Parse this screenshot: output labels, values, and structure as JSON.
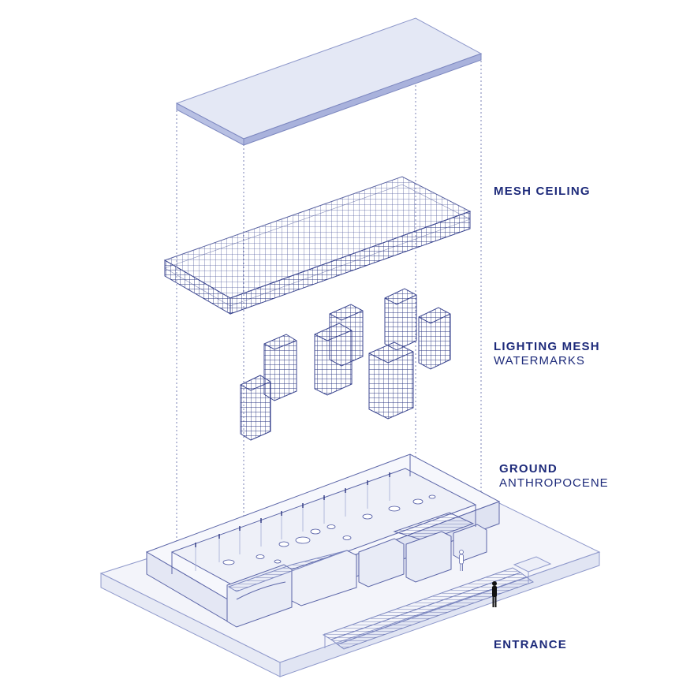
{
  "labels": {
    "ceiling": {
      "title": "MESH CEILING"
    },
    "lighting": {
      "title": "LIGHTING MESH",
      "subtitle": "WATERMARKS"
    },
    "ground": {
      "title": "GROUND",
      "subtitle": "ANTHROPOCENE"
    },
    "entrance": {
      "title": "ENTRANCE"
    }
  },
  "colors": {
    "label_text": "#1d2a7a",
    "line": "#2b3580",
    "mesh": "#3b4690",
    "plane_fill": "#dfe4f3",
    "plane_edge": "#7d88c0",
    "ground_fill": "#eef0f8",
    "person": "#111111"
  },
  "icons": {
    "person": "standing-person-icon"
  }
}
